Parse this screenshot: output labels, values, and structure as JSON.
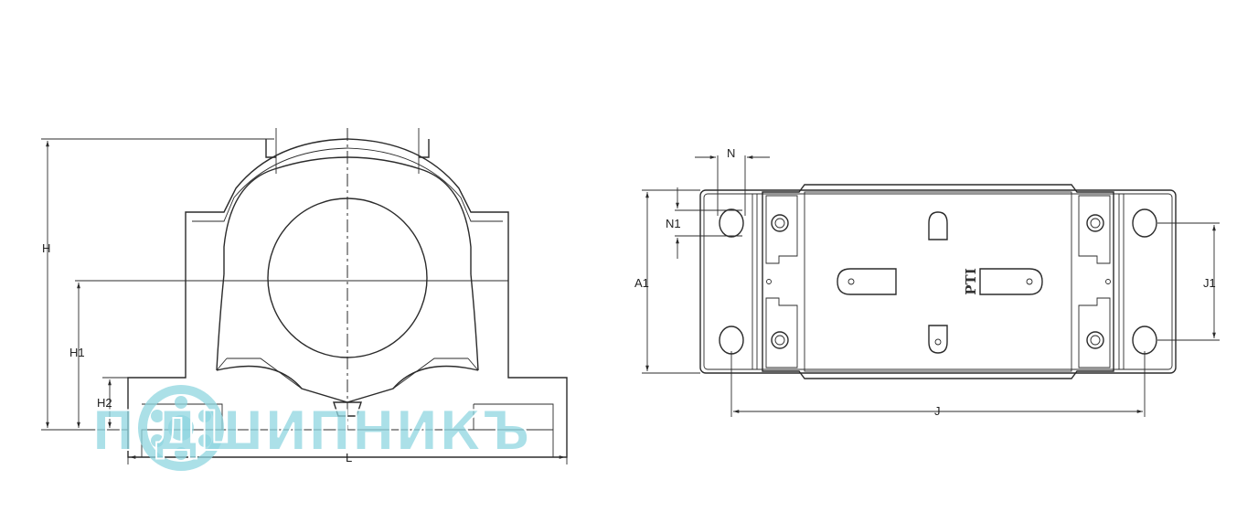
{
  "diagram": {
    "front_view": {
      "labels": {
        "H": "H",
        "H1": "H1",
        "H2": "H2",
        "L": "L"
      }
    },
    "top_view": {
      "labels": {
        "N": "N",
        "N1": "N1",
        "A1": "A1",
        "J1": "J1",
        "J": "J"
      },
      "brand_mark": "PTI"
    }
  },
  "watermark": {
    "text": "П ДШИПНИКЪ",
    "color": "#8fd6e0",
    "logo": "bearing-icon"
  },
  "colors": {
    "line": "#2b2b2b",
    "background": "#ffffff"
  }
}
